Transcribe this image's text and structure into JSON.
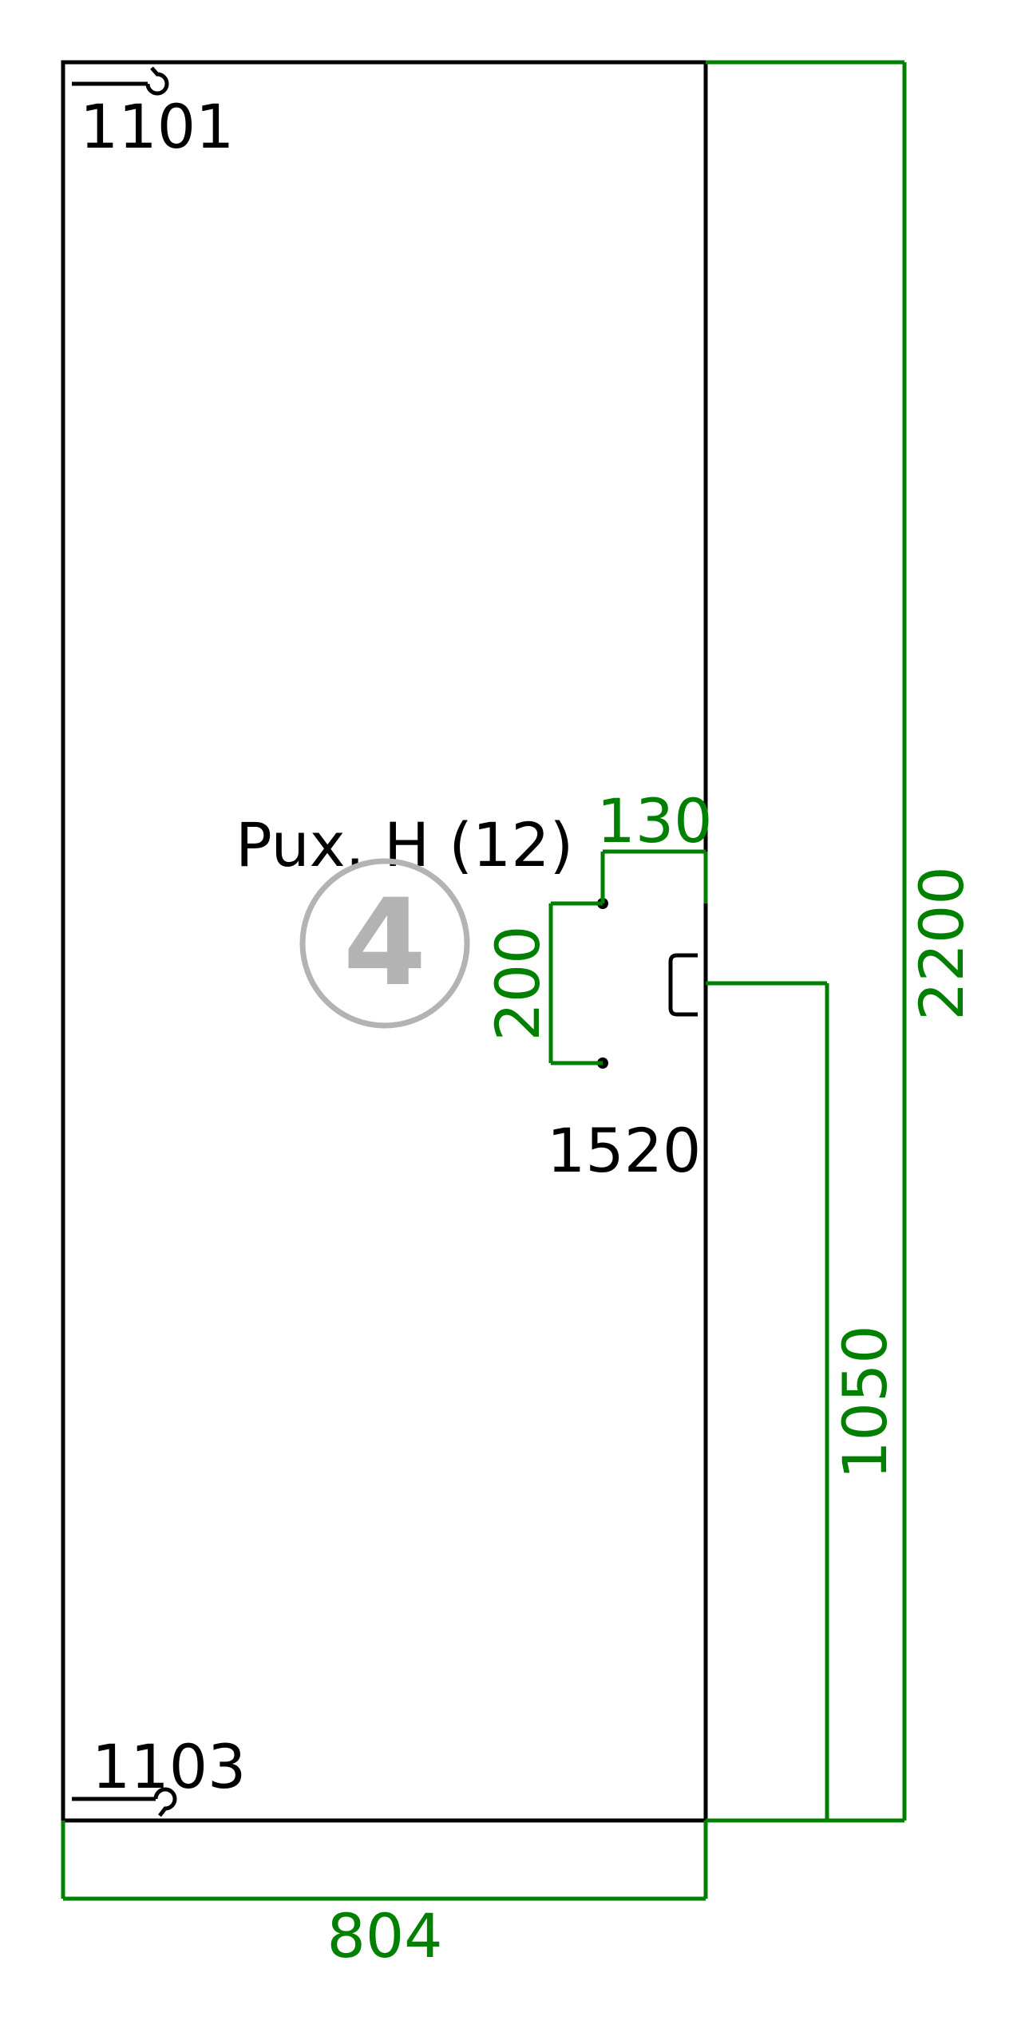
{
  "colors": {
    "outline": "#000000",
    "dimension": "#008000",
    "badge": "#b3b3b3"
  },
  "panel": {
    "hinge_top_label": "1101",
    "hinge_bottom_label": "1103",
    "handle_label": "Pux. H (12)",
    "handle_part_label": "1520",
    "badge_number": "4"
  },
  "dimensions": {
    "width": "804",
    "height": "2200",
    "handle_height_from_bottom": "1050",
    "handle_spacing": "200",
    "handle_offset_from_edge": "130"
  },
  "icons": {
    "hinge": "hinge-icon",
    "handle": "handle-bracket-icon"
  }
}
